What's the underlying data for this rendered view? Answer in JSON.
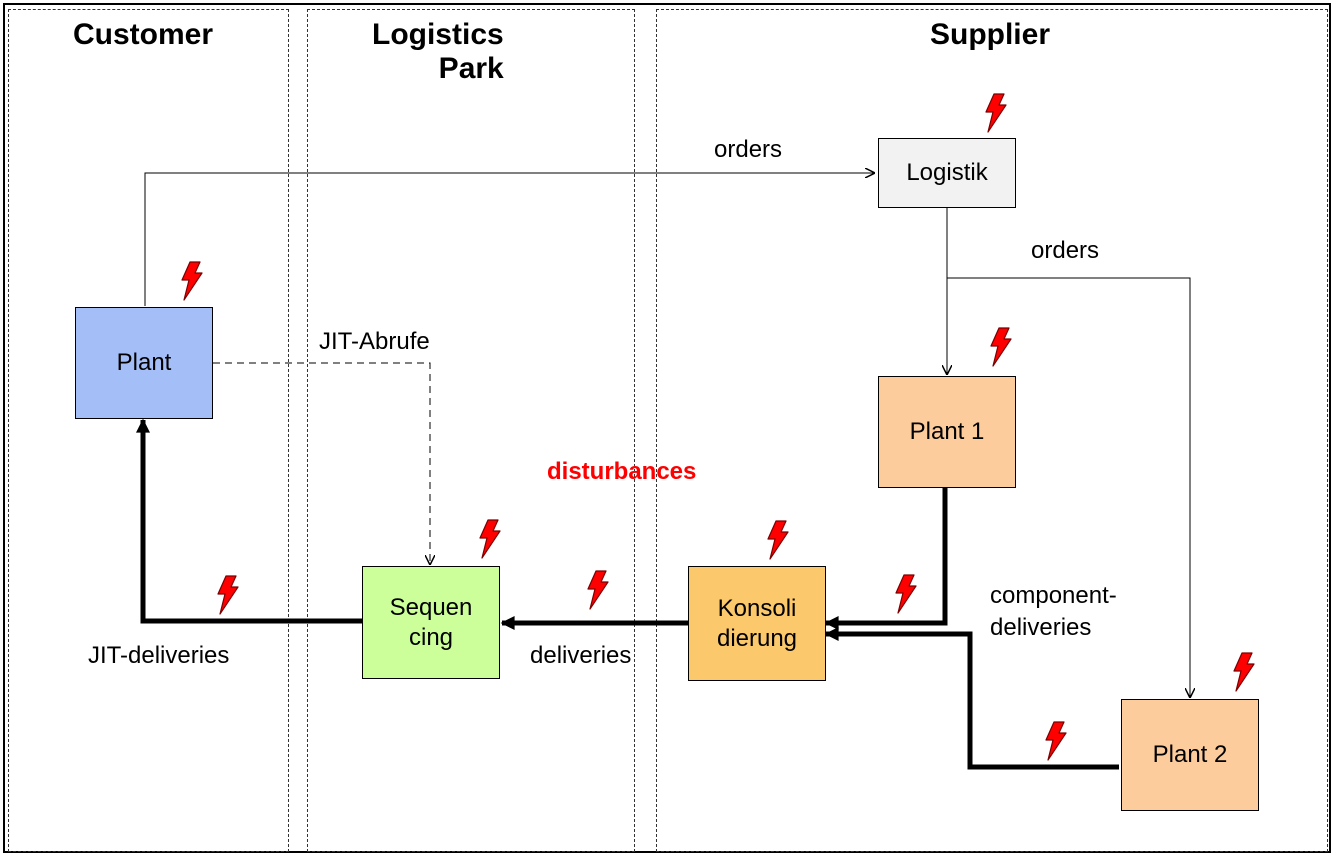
{
  "lanes": {
    "customer": "Customer",
    "logistics_park": "Logistics\n        Park",
    "supplier": "Supplier"
  },
  "nodes": {
    "logistik": "Logistik",
    "plant_customer": "Plant",
    "plant1": "Plant 1",
    "plant2": "Plant 2",
    "sequencing": "Sequen\ncing",
    "konsolidierung": "Konsoli\ndierung"
  },
  "labels": {
    "orders_top": "orders",
    "orders_right": "orders",
    "jit_abrufe": "JIT-Abrufe",
    "disturbances": "disturbances",
    "component_deliveries": "component-\n deliveries",
    "deliveries": "deliveries",
    "jit_deliveries": "JIT-deliveries"
  },
  "colors": {
    "plant_customer": "#a4bef8",
    "logistik": "#f2f2f2",
    "plant_supplier": "#fccc9c",
    "sequencing": "#ccff99",
    "konsolidierung": "#fcc86c",
    "disturbance": "#ff0000"
  }
}
